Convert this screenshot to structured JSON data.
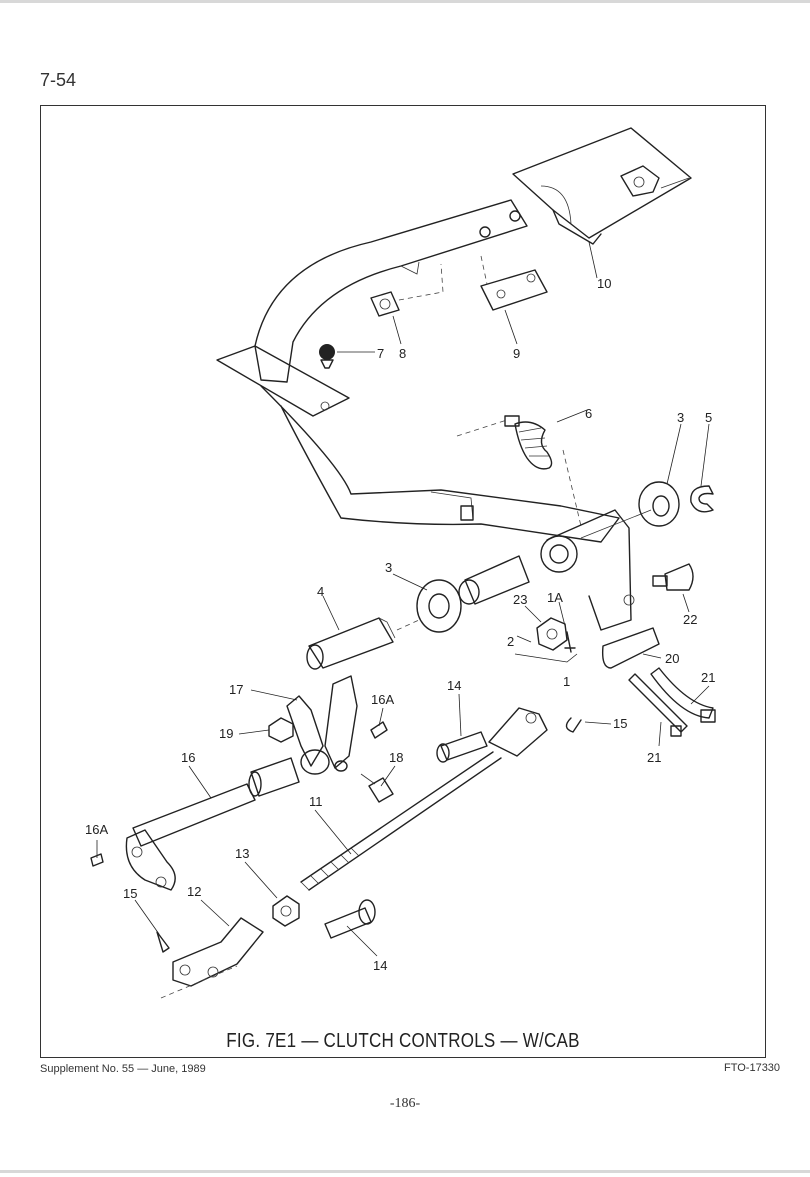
{
  "page": {
    "section_number": "7-54",
    "figure_caption": "FIG. 7E1 — CLUTCH CONTROLS — W/CAB",
    "supplement_note": "Supplement No. 55 — June, 1989",
    "drawing_code": "FTO-17330",
    "folio": "-186-"
  },
  "callouts": {
    "c10": "10",
    "c9": "9",
    "c8": "8",
    "c7": "7",
    "c6": "6",
    "c3a": "3",
    "c5": "5",
    "c3b": "3",
    "c4": "4",
    "c23": "23",
    "c1a": "1A",
    "c2": "2",
    "c1": "1",
    "c22": "22",
    "c20": "20",
    "c21a": "21",
    "c21b": "21",
    "c17": "17",
    "c16a_top": "16A",
    "c19": "19",
    "c18": "18",
    "c14a": "14",
    "c15a": "15",
    "c16": "16",
    "c11": "11",
    "c16a_bottom": "16A",
    "c13": "13",
    "c15b": "15",
    "c12": "12",
    "c14b": "14"
  }
}
